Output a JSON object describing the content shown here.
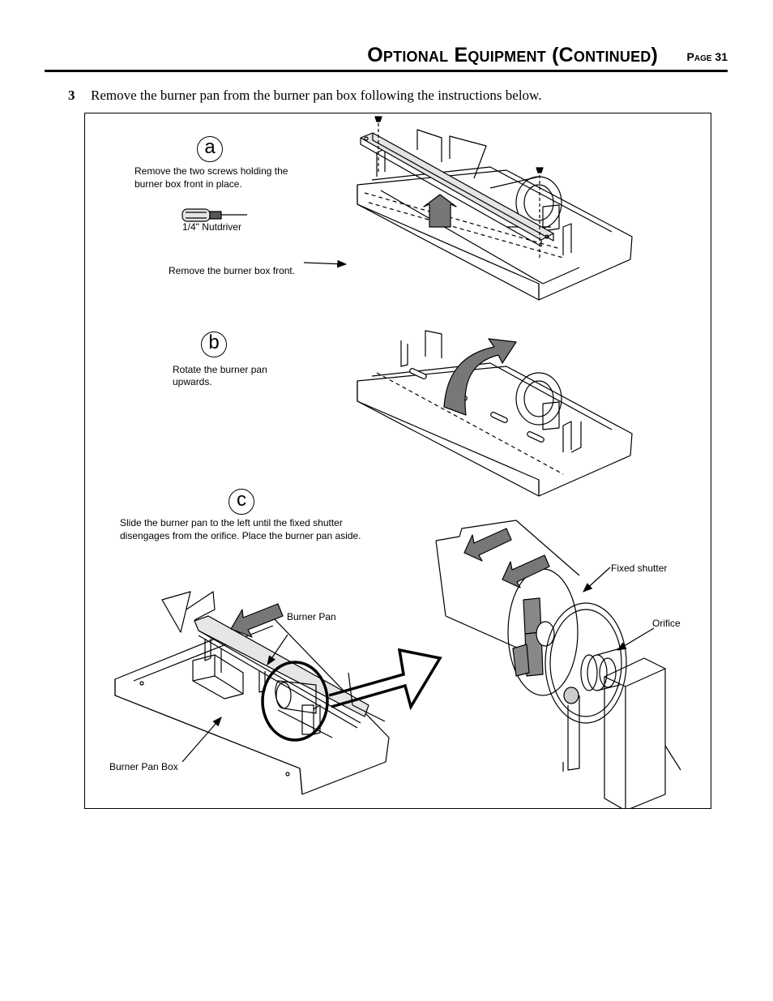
{
  "header": {
    "title": "Optional Equipment (Continued)",
    "page": "Page 31"
  },
  "step": {
    "number": "3",
    "text": "Remove the burner pan from the burner pan box following the instructions below."
  },
  "figure": {
    "a": {
      "letter": "a",
      "text1": "Remove the two screws holding the",
      "text2": "burner box front in place.",
      "tool": "1/4\" Nutdriver",
      "remove": "Remove the burner box front."
    },
    "b": {
      "letter": "b",
      "text1": "Rotate the burner pan",
      "text2": "upwards."
    },
    "c": {
      "letter": "c",
      "text1": "Slide the burner pan to the left until the fixed shutter",
      "text2": "disengages from the orifice.  Place the burner pan aside.",
      "burner_pan": "Burner Pan",
      "burner_pan_box": "Burner Pan Box",
      "fixed_shutter": "Fixed shutter",
      "orifice": "Orifice"
    }
  }
}
